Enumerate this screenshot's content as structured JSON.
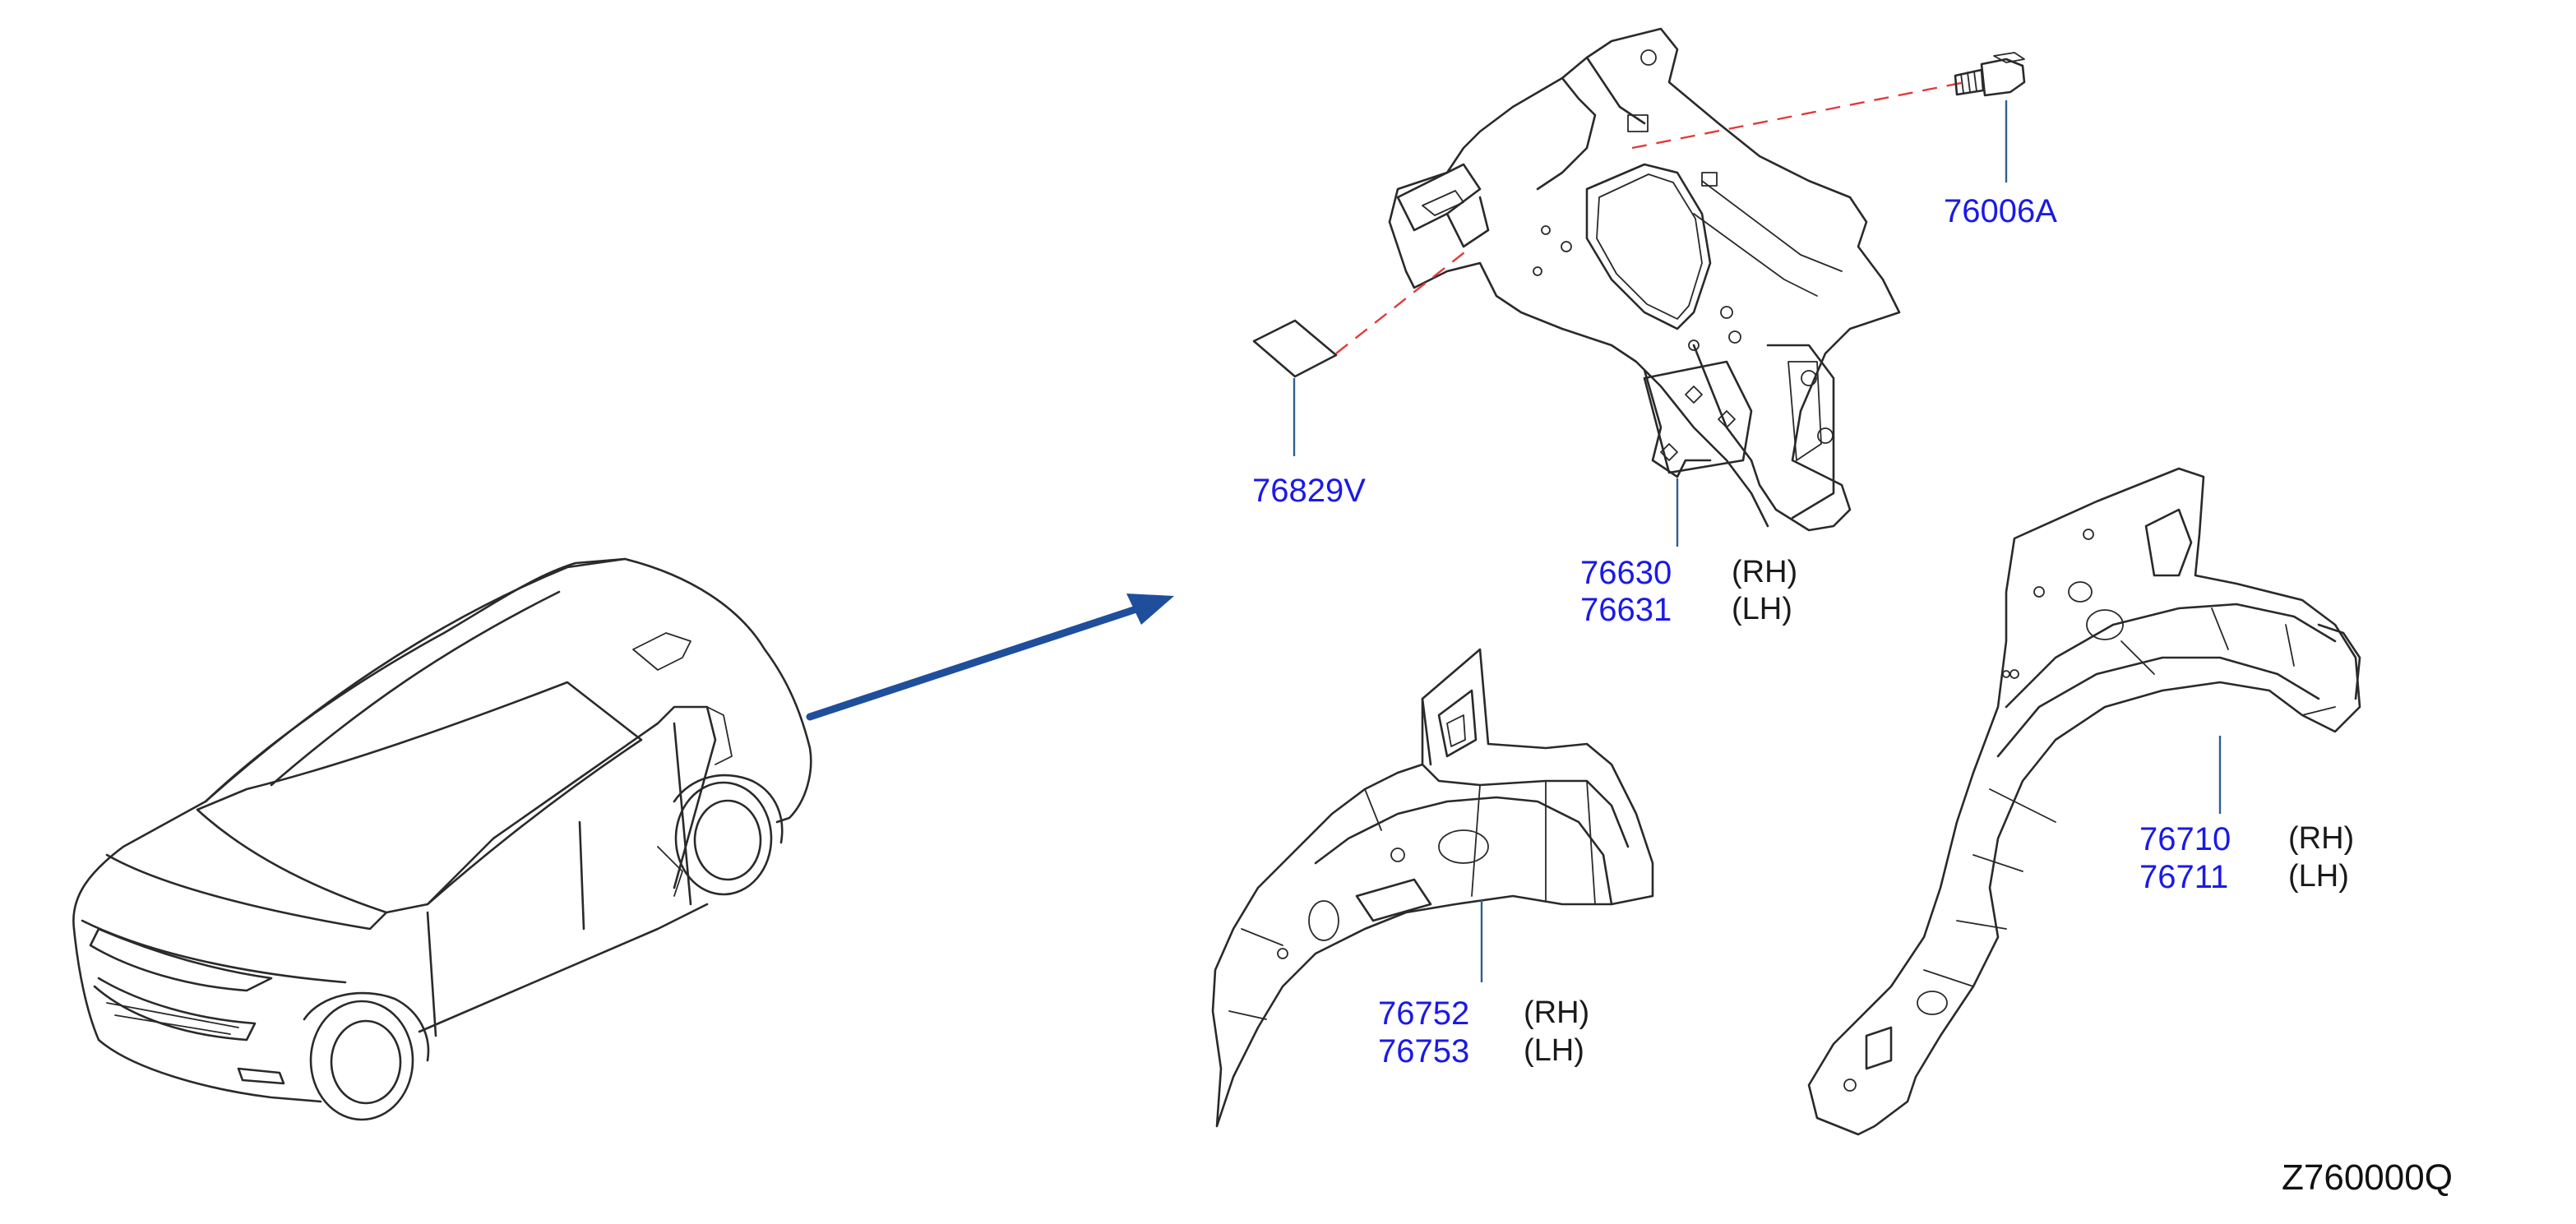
{
  "parts": [
    {
      "id": "bolt",
      "numbers": [
        "76006A"
      ],
      "sides": []
    },
    {
      "id": "pad",
      "numbers": [
        "76829V"
      ],
      "sides": []
    },
    {
      "id": "inner-panel",
      "numbers": [
        "76630",
        "76631"
      ],
      "sides": [
        "(RH)",
        "(LH)"
      ]
    },
    {
      "id": "wheelhouse-inner",
      "numbers": [
        "76752",
        "76753"
      ],
      "sides": [
        "(RH)",
        "(LH)"
      ]
    },
    {
      "id": "wheelhouse-outer",
      "numbers": [
        "76710",
        "76711"
      ],
      "sides": [
        "(RH)",
        "(LH)"
      ]
    }
  ],
  "diagram_id": "Z760000Q",
  "colors": {
    "part_number": "#1a1ae6",
    "arrow": "#1f4e9c",
    "dashed_guide": "#e23a3a",
    "leader": "#2f5f8f"
  }
}
